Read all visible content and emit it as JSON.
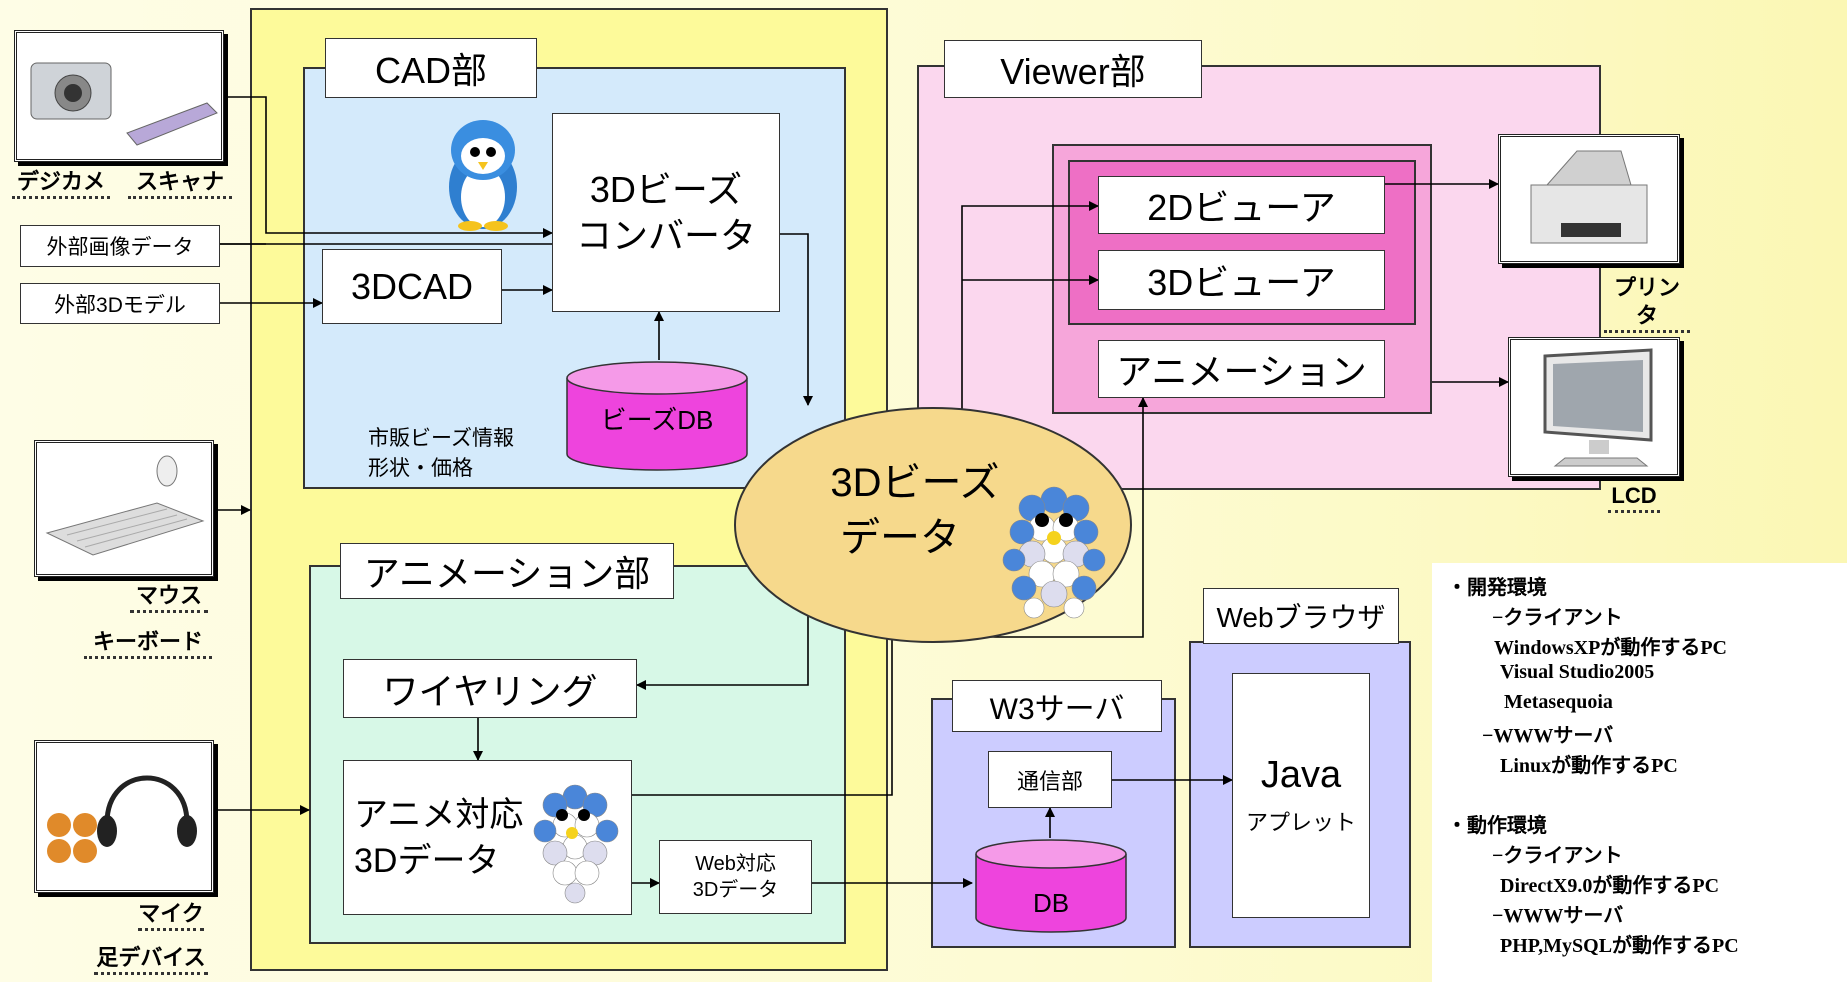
{
  "sections": {
    "cad": "CAD部",
    "viewer": "Viewer部",
    "animation": "アニメーション部",
    "w3": "W3サーバ",
    "browser": "Webブラウザ"
  },
  "inputs": {
    "camera": "デジカメ",
    "scanner": "スキャナ",
    "external_image": "外部画像データ",
    "external_3d": "外部3Dモデル",
    "mouse": "マウス",
    "keyboard": "キーボード",
    "mic": "マイク",
    "foot_device": "足デバイス"
  },
  "cad": {
    "converter_line1": "3Dビーズ",
    "converter_line2": "コンバータ",
    "cad3d": "3DCAD",
    "beads_db": "ビーズDB",
    "beads_info_line1": "市販ビーズ情報",
    "beads_info_line2": "形状・価格"
  },
  "center": {
    "line1": "3Dビーズ",
    "line2": "データ"
  },
  "viewer": {
    "v2d": "2Dビューア",
    "v3d": "3Dビューア",
    "anim": "アニメーション"
  },
  "outputs": {
    "printer": "プリンタ",
    "lcd": "LCD"
  },
  "animation": {
    "wiring": "ワイヤリング",
    "anime3d_line1": "アニメ対応",
    "anime3d_line2": "3Dデータ",
    "web3d_line1": "Web対応",
    "web3d_line2": "3Dデータ"
  },
  "w3": {
    "comm": "通信部",
    "db": "DB"
  },
  "browser": {
    "java": "Java",
    "applet": "アプレット"
  },
  "environment": {
    "dev_title": "・開発環境",
    "dev_client": "−クライアント",
    "dev_client_os": "WindowsXPが動作するPC",
    "dev_tool1": "Visual Studio2005",
    "dev_tool2": "Metasequoia",
    "dev_server": "−WWWサーバ",
    "dev_server_os": "Linuxが動作するPC",
    "run_title": "・動作環境",
    "run_client": "−クライアント",
    "run_client_req": "DirectX9.0が動作するPC",
    "run_server": "−WWWサーバ",
    "run_server_req": "PHP,MySQLが動作するPC"
  },
  "colors": {
    "outer_panel": "#fdfa9a",
    "cad_panel": "#d4eafb",
    "anim_panel": "#d7f8e7",
    "viewer_panel": "#fbd7ee",
    "viewer_inner": "#f6a6da",
    "viewer_core": "#ee6fc5",
    "w3_panel": "#ccccff",
    "center_ellipse": "#f6d98c",
    "db_cylinder": "#ee44dd"
  }
}
